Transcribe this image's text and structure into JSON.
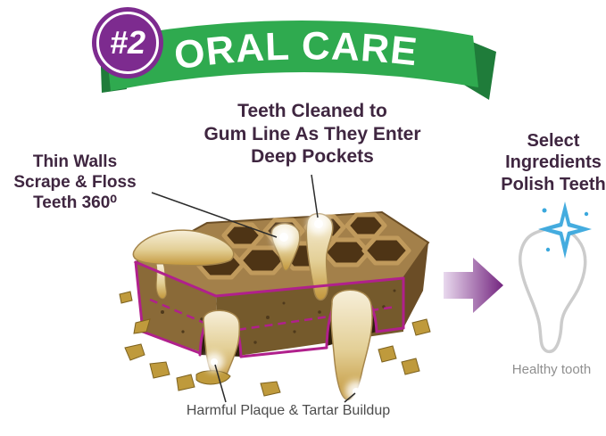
{
  "banner": {
    "badge": "#2",
    "title": "ORAL CARE"
  },
  "callouts": {
    "top": "Teeth Cleaned to\nGum Line As They Enter\nDeep Pockets",
    "left": "Thin Walls\nScrape & Floss\nTeeth 360⁰",
    "right": "Select\nIngredients\nPolish Teeth"
  },
  "labels": {
    "healthy_tooth": "Healthy tooth",
    "bottom_caption": "Harmful Plaque & Tartar Buildup"
  },
  "colors": {
    "ribbon_green": "#2faa4f",
    "ribbon_fold_green": "#1f7c3a",
    "badge_purple": "#7d2b8f",
    "heading_plum": "#3f2640",
    "cut_outline_magenta": "#b0208c",
    "chew_brown_top": "#a3804a",
    "chew_brown_front": "#8a6a38",
    "tooth_cream": "#f5ecd3",
    "plaque_gold": "#bf9a3c",
    "arrow_light": "#e9d9ee",
    "arrow_dark": "#73257f",
    "sparkle_blue": "#3aa8dd",
    "healthy_tooth_gray": "#cccccc"
  }
}
